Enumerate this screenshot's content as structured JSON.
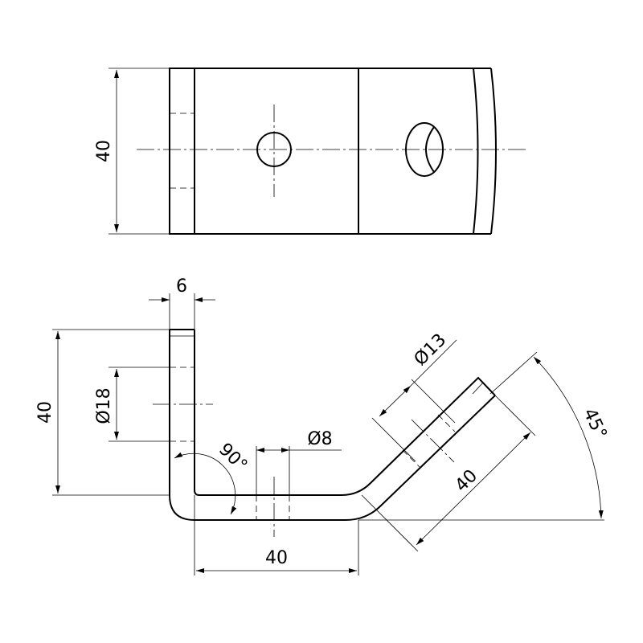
{
  "dimensions": {
    "top_height": "40",
    "thickness": "6",
    "side_height": "40",
    "hole_dia_18": "Ø18",
    "angle_90": "90°",
    "hole_dia_8": "Ø8",
    "base_length": "40",
    "hole_dia_13": "Ø13",
    "angled_length": "40",
    "angle_45": "45°"
  }
}
